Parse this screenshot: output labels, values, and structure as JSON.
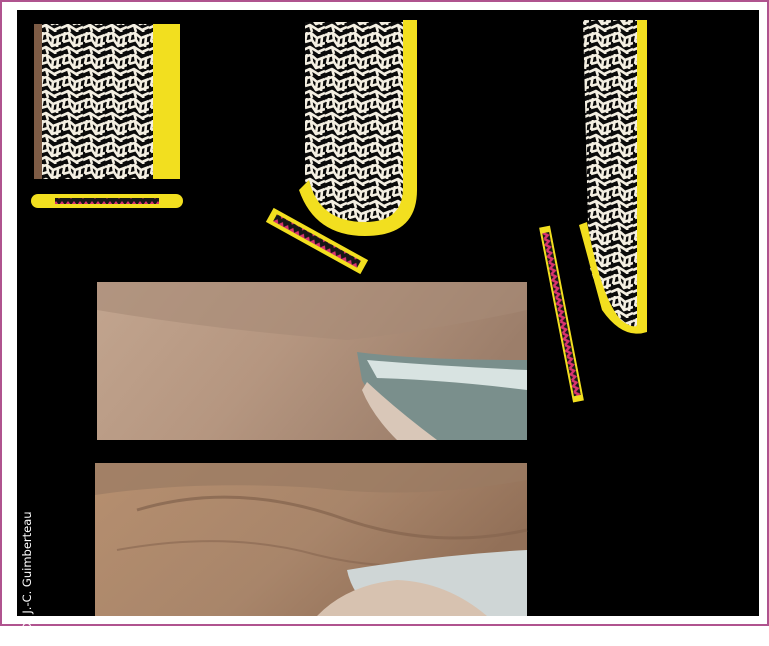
{
  "credit": "© Dr J.-C. Guimberteau",
  "colors": {
    "frame": "#b0538f",
    "background": "#000000",
    "sheath": "#f2df1f",
    "mesh_light": "#f4efe2",
    "core_stripe": "#d9346f",
    "skin": "#b89a82",
    "skin_shadow": "#8f7461"
  },
  "panels": [
    {
      "id": "tissue-block-straight"
    },
    {
      "id": "tissue-block-rounded"
    },
    {
      "id": "tissue-block-tapered"
    },
    {
      "id": "skin-photo-smooth"
    },
    {
      "id": "skin-photo-wrinkled"
    }
  ]
}
